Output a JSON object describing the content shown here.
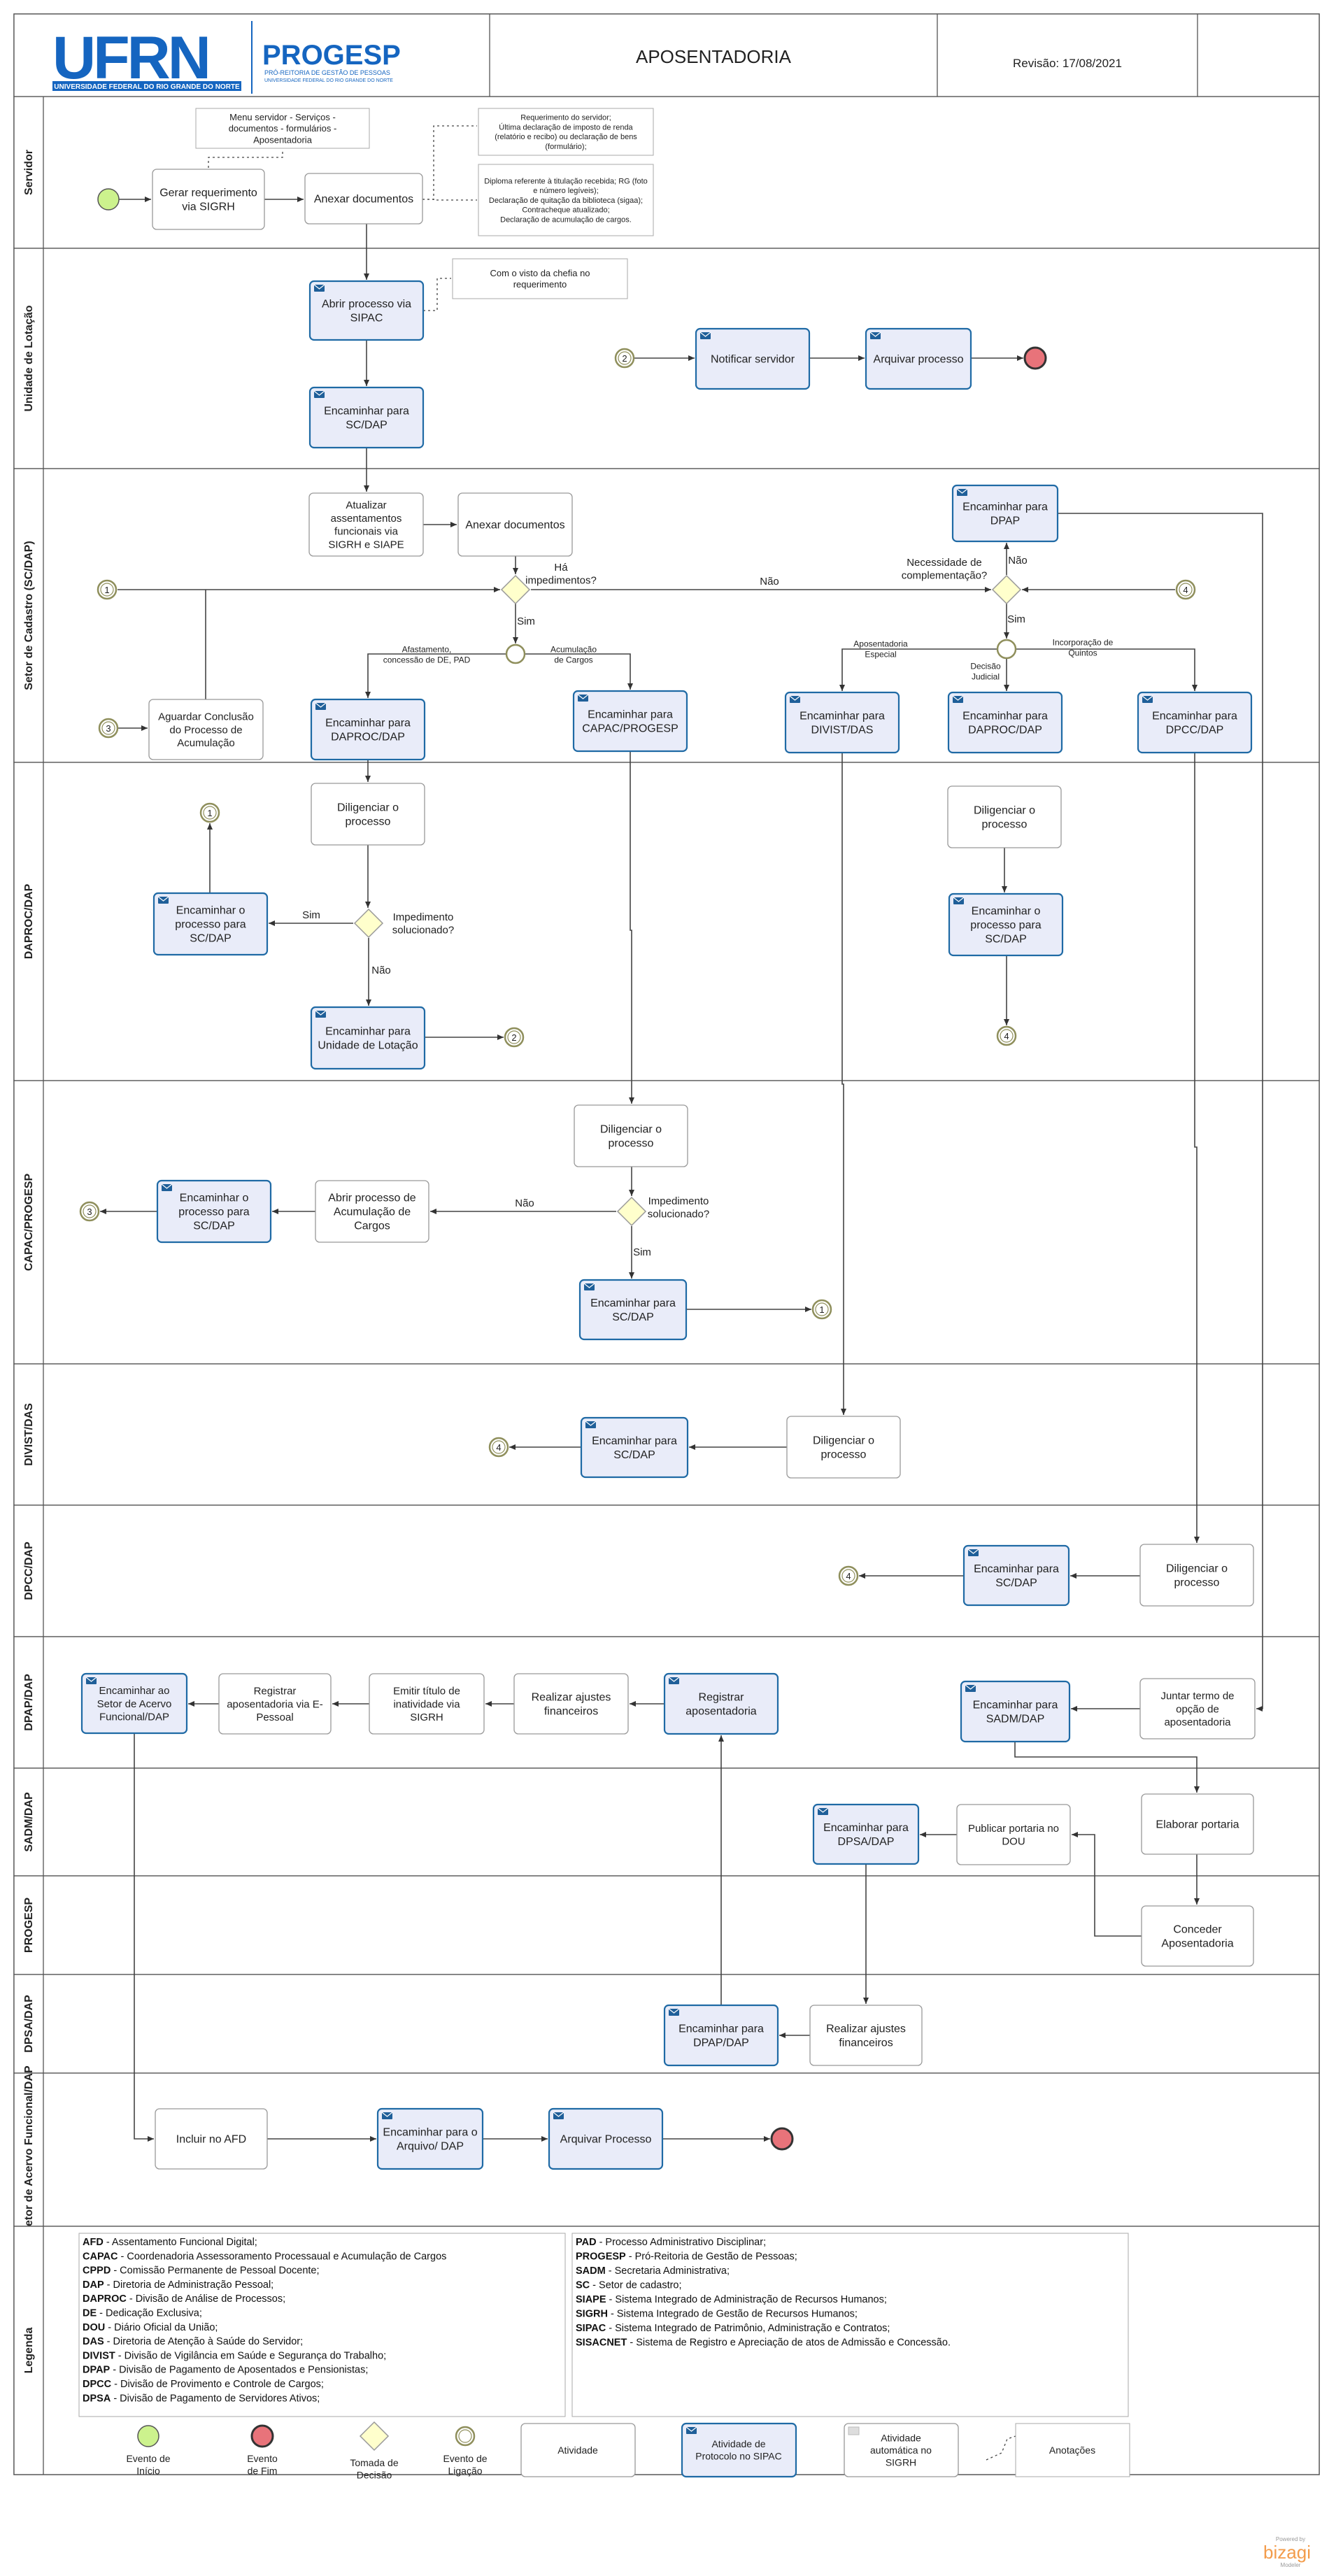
{
  "header": {
    "logo_ufrn": "UFRN",
    "logo_ufrn_sub": "UNIVERSIDADE FEDERAL DO RIO GRANDE DO NORTE",
    "logo_progesp": "PROGESP",
    "logo_progesp_sub": "PRÓ-REITORIA DE GESTÃO DE PESSOAS",
    "logo_progesp_sub2": "UNIVERSIDADE FEDERAL DO RIO GRANDE DO NORTE",
    "title": "APOSENTADORIA",
    "revision": "Revisão: 17/08/2021"
  },
  "lanes": [
    {
      "id": "servidor",
      "label": "Servidor"
    },
    {
      "id": "lotacao",
      "label": "Unidade de Lotação"
    },
    {
      "id": "sc",
      "label": "Setor de Cadastro (SC/DAP)"
    },
    {
      "id": "daproc",
      "label": "DAPROC/DAP"
    },
    {
      "id": "capac",
      "label": "CAPAC/PROGESP"
    },
    {
      "id": "divist",
      "label": "DIVIST/DAS"
    },
    {
      "id": "dpcc",
      "label": "DPCC/DAP"
    },
    {
      "id": "dpap",
      "label": "DPAP/DAP"
    },
    {
      "id": "sadm",
      "label": "SADM/DAP"
    },
    {
      "id": "progesp",
      "label": "PROGESP"
    },
    {
      "id": "dpsa",
      "label": "DPSA/DAP"
    },
    {
      "id": "acervo",
      "label": "Setor de Acervo Funcional/DAP"
    },
    {
      "id": "legenda",
      "label": "Legenda"
    }
  ],
  "tasks": {
    "gerar": [
      "Gerar requerimento",
      "via SIGRH"
    ],
    "anexar1": [
      "Anexar documentos"
    ],
    "abrir_sipac": [
      "Abrir processo via",
      "SIPAC"
    ],
    "enc_scdap1": [
      "Encaminhar para",
      "SC/DAP"
    ],
    "notificar": [
      "Notificar servidor"
    ],
    "arquivar1": [
      "Arquivar processo"
    ],
    "atualizar": [
      "Atualizar",
      "assentamentos",
      "funcionais via",
      "SIGRH e SIAPE"
    ],
    "anexar2": [
      "Anexar documentos"
    ],
    "enc_dpap_sc": [
      "Encaminhar para",
      "DPAP"
    ],
    "aguardar": [
      "Aguardar Conclusão",
      "do Processo de",
      "Acumulação"
    ],
    "enc_daproc1": [
      "Encaminhar para",
      "DAPROC/DAP"
    ],
    "enc_capac": [
      "Encaminhar para",
      "CAPAC/PROGESP"
    ],
    "enc_divist": [
      "Encaminhar para",
      "DIVIST/DAS"
    ],
    "enc_daproc2": [
      "Encaminhar para",
      "DAPROC/DAP"
    ],
    "enc_dpcc": [
      "Encaminhar para",
      "DPCC/DAP"
    ],
    "dilig_daproc1": [
      "Diligenciar o",
      "processo"
    ],
    "enc_proc_sc1": [
      "Encaminhar o",
      "processo para",
      "SC/DAP"
    ],
    "enc_unidade": [
      "Encaminhar para",
      "Unidade de Lotação"
    ],
    "dilig_daproc2": [
      "Diligenciar o",
      "processo"
    ],
    "enc_proc_sc2": [
      "Encaminhar o",
      "processo para",
      "SC/DAP"
    ],
    "dilig_capac": [
      "Diligenciar o",
      "processo"
    ],
    "abrir_acum": [
      "Abrir processo de",
      "Acumulação de",
      "Cargos"
    ],
    "enc_proc_sc3": [
      "Encaminhar o",
      "processo para",
      "SC/DAP"
    ],
    "enc_sc_capac": [
      "Encaminhar para",
      "SC/DAP"
    ],
    "dilig_divist": [
      "Diligenciar o",
      "processo"
    ],
    "enc_sc_divist": [
      "Encaminhar para",
      "SC/DAP"
    ],
    "dilig_dpcc": [
      "Diligenciar o",
      "processo"
    ],
    "enc_sc_dpcc": [
      "Encaminhar para",
      "SC/DAP"
    ],
    "enc_acervo": [
      "Encaminhar ao",
      "Setor de Acervo",
      "Funcional/DAP"
    ],
    "registrar_epessoal": [
      "Registrar",
      "aposentadoria via E-",
      "Pessoal"
    ],
    "emitir": [
      "Emitir título de",
      "inatividade via",
      "SIGRH"
    ],
    "ajustes_dpap": [
      "Realizar ajustes",
      "financeiros"
    ],
    "registrar_ap": [
      "Registrar",
      "aposentadoria"
    ],
    "enc_sadm": [
      "Encaminhar para",
      "SADM/DAP"
    ],
    "juntar": [
      "Juntar termo de",
      "opção de",
      "aposentadoria"
    ],
    "enc_dpsa": [
      "Encaminhar para",
      "DPSA/DAP"
    ],
    "publicar": [
      "Publicar portaria no",
      "DOU"
    ],
    "elaborar": [
      "Elaborar portaria"
    ],
    "conceder": [
      "Conceder",
      "Aposentadoria"
    ],
    "enc_dpap_dpsa": [
      "Encaminhar para",
      "DPAP/DAP"
    ],
    "ajustes_dpsa": [
      "Realizar ajustes",
      "financeiros"
    ],
    "incluir_afd": [
      "Incluir no AFD"
    ],
    "enc_arquivo": [
      "Encaminhar para o",
      "Arquivo/ DAP"
    ],
    "arquivar2": [
      "Arquivar Processo"
    ]
  },
  "annotations": {
    "menu": [
      "Menu servidor - Serviços -",
      "documentos - formulários -",
      "Aposentadoria"
    ],
    "req": [
      "Requerimento do servidor;",
      "Última declaração de imposto de renda",
      "(relatório e recibo) ou declaração de bens",
      "(formulário);"
    ],
    "docs": [
      "Diploma referente à titulação recebida; RG (foto",
      "e número legíveis);",
      "Declaração de quitação da biblioteca (sigaa);",
      "Contracheque atualizado;",
      "Declaração de acumulação de cargos."
    ],
    "visto": [
      "Com o visto da chefia no",
      "requerimento"
    ]
  },
  "gateways": {
    "impedimentos": [
      "Há",
      "impedimentos?"
    ],
    "necessidade": [
      "Necessidade de",
      "complementação?"
    ],
    "imped_daproc": [
      "Impedimento",
      "solucionado?"
    ],
    "imped_capac": [
      "Impedimento",
      "solucionado?"
    ]
  },
  "flow_labels": {
    "sim": "Sim",
    "nao": "Não",
    "afastamento": [
      "Afastamento,",
      "concessão de DE,  PAD"
    ],
    "acumulacao": [
      "Acumulação",
      "de Cargos"
    ],
    "ap_especial": [
      "Aposentadoria",
      "Especial"
    ],
    "decisao": [
      "Decisão",
      "Judicial"
    ],
    "incorporacao": [
      "Incorporação de",
      "Quintos"
    ]
  },
  "link_events": {
    "one": "1",
    "two": "2",
    "three": "3",
    "four": "4"
  },
  "legend": {
    "col1": [
      {
        "abbr": "AFD",
        "text": " - Assentamento Funcional Digital;"
      },
      {
        "abbr": "CAPAC",
        "text": " - Coordenadoria Assessoramento Processaual e Acumulação de Cargos"
      },
      {
        "abbr": "CPPD",
        "text": " - Comissão Permanente de Pessoal Docente;"
      },
      {
        "abbr": "DAP",
        "text": " - Diretoria de Administração Pessoal;"
      },
      {
        "abbr": "DAPROC",
        "text": " - Divisão de Análise de Processos;"
      },
      {
        "abbr": "DE",
        "text": " - Dedicação Exclusiva;"
      },
      {
        "abbr": "DOU",
        "text": " - Diário Oficial da União;"
      },
      {
        "abbr": "DAS",
        "text": " - Diretoria de Atenção à Saúde do Servidor;"
      },
      {
        "abbr": "DIVIST",
        "text": " - Divisão de Vigilância em Saúde e Segurança do Trabalho;"
      },
      {
        "abbr": "DPAP",
        "text": " - Divisão de Pagamento de Aposentados e Pensionistas;"
      },
      {
        "abbr": "DPCC",
        "text": " - Divisão de Provimento e Controle de Cargos;"
      },
      {
        "abbr": "DPSA",
        "text": " - Divisão de Pagamento de Servidores Ativos;"
      }
    ],
    "col2": [
      {
        "abbr": "PAD",
        "text": " - Processo Administrativo Disciplinar;"
      },
      {
        "abbr": "PROGESP",
        "text": " - Pró-Reitoria de Gestão de Pessoas;"
      },
      {
        "abbr": "SADM",
        "text": " - Secretaria Administrativa;"
      },
      {
        "abbr": "SC",
        "text": " - Setor de cadastro;"
      },
      {
        "abbr": "SIAPE",
        "text": " - Sistema Integrado de Administração de Recursos Humanos;"
      },
      {
        "abbr": "SIGRH",
        "text": " - Sistema Integrado de Gestão de Recursos Humanos;"
      },
      {
        "abbr": "SIPAC",
        "text": " - Sistema Integrado de Patrimônio, Administração e Contratos;"
      },
      {
        "abbr": "SISACNET",
        "text": " - Sistema de Registro e Apreciação de atos de Admissão e Concessão."
      }
    ],
    "symbols": {
      "start": [
        "Evento de",
        "Início"
      ],
      "end": [
        "Evento",
        "de Fim"
      ],
      "gateway": [
        "Tomada de",
        "Decisão"
      ],
      "link": [
        "Evento de",
        "Ligação"
      ],
      "activity": [
        "Atividade"
      ],
      "sipac": [
        "Atividade de",
        "Protocolo no SIPAC"
      ],
      "auto": [
        "Atividade",
        "automática no",
        "SIGRH"
      ],
      "annot": [
        "Anotações"
      ]
    }
  },
  "footer": {
    "powered": "Powered by",
    "brand": "bizagi",
    "brand_sub": "Modeler"
  },
  "colors": {
    "task_sipac_fill": "#e9ecf9",
    "task_sipac_stroke": "#1f6aa5",
    "task_fill": "#ffffff",
    "task_stroke": "#999999",
    "start_fill": "#ccf28d",
    "end_fill": "#e8737a",
    "gateway_fill": "#ffffcc",
    "link_stroke": "#8f8f5c",
    "ufrn_blue": "#1565c0",
    "bizagi_orange": "#f39c4b"
  }
}
